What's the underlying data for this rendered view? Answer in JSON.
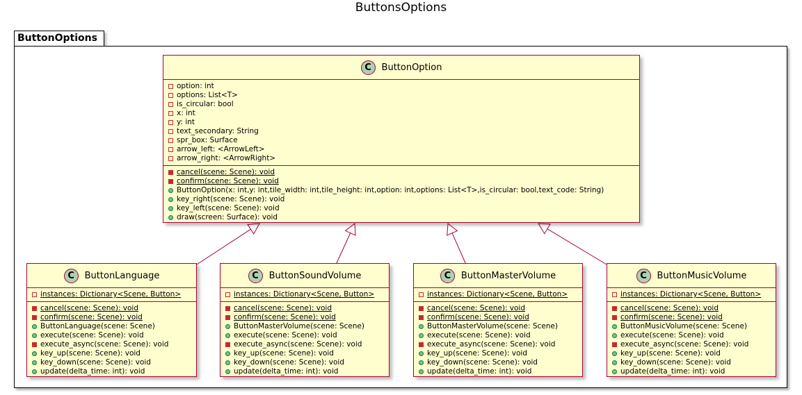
{
  "diagram": {
    "title": "ButtonsOptions",
    "package": "ButtonOptions",
    "parent": {
      "name": "ButtonOption",
      "stereotype_letter": "C",
      "attributes": [
        {
          "vis": "private",
          "text": "option: int"
        },
        {
          "vis": "private",
          "text": "options:  List<T>"
        },
        {
          "vis": "private",
          "text": "is_circular: bool"
        },
        {
          "vis": "private",
          "text": "x: int"
        },
        {
          "vis": "private",
          "text": "y: int"
        },
        {
          "vis": "private",
          "text": "text_secondary: String"
        },
        {
          "vis": "private",
          "text": "spr_box: Surface"
        },
        {
          "vis": "private",
          "text": "arrow_left: <ArrowLeft>"
        },
        {
          "vis": "private",
          "text": "arrow_right: <ArrowRight>"
        }
      ],
      "methods": [
        {
          "vis": "private",
          "static": true,
          "text": "cancel(scene: Scene): void"
        },
        {
          "vis": "private",
          "static": true,
          "text": "confirm(scene: Scene): void"
        },
        {
          "vis": "public",
          "text": "ButtonOption(x: int,y: int,tile_width: int,tile_height: int,option: int,options: List<T>,is_circular: bool,text_code: String)"
        },
        {
          "vis": "public",
          "text": "key_right(scene: Scene): void"
        },
        {
          "vis": "public",
          "text": "key_left(scene: Scene): void"
        },
        {
          "vis": "public",
          "text": "draw(screen: Surface): void"
        }
      ]
    },
    "children": [
      {
        "name": "ButtonLanguage",
        "stereotype_letter": "C",
        "attributes": [
          {
            "vis": "private",
            "static": true,
            "text": "instances: Dictionary<Scene, Button>"
          }
        ],
        "methods": [
          {
            "vis": "private",
            "static": true,
            "text": "cancel(scene: Scene): void"
          },
          {
            "vis": "private",
            "static": true,
            "text": "confirm(scene: Scene): void"
          },
          {
            "vis": "public",
            "text": "ButtonLanguage(scene: Scene)"
          },
          {
            "vis": "public",
            "text": "execute(scene: Scene): void"
          },
          {
            "vis": "private",
            "text": "execute_async(scene: Scene): void"
          },
          {
            "vis": "public",
            "text": "key_up(scene: Scene): void"
          },
          {
            "vis": "public",
            "text": "key_down(scene: Scene): void"
          },
          {
            "vis": "public",
            "text": "update(delta_time: int): void"
          }
        ]
      },
      {
        "name": "ButtonSoundVolume",
        "stereotype_letter": "C",
        "attributes": [
          {
            "vis": "private",
            "static": true,
            "text": "instances: Dictionary<Scene, Button>"
          }
        ],
        "methods": [
          {
            "vis": "private",
            "static": true,
            "text": "cancel(scene: Scene): void"
          },
          {
            "vis": "private",
            "static": true,
            "text": "confirm(scene: Scene): void"
          },
          {
            "vis": "public",
            "text": "ButtonMasterVolume(scene: Scene)"
          },
          {
            "vis": "public",
            "text": "execute(scene: Scene): void"
          },
          {
            "vis": "private",
            "text": "execute_async(scene: Scene): void"
          },
          {
            "vis": "public",
            "text": "key_up(scene: Scene): void"
          },
          {
            "vis": "public",
            "text": "key_down(scene: Scene): void"
          },
          {
            "vis": "public",
            "text": "update(delta_time: int): void"
          }
        ]
      },
      {
        "name": "ButtonMasterVolume",
        "stereotype_letter": "C",
        "attributes": [
          {
            "vis": "private",
            "static": true,
            "text": "instances: Dictionary<Scene, Button>"
          }
        ],
        "methods": [
          {
            "vis": "private",
            "static": true,
            "text": "cancel(scene: Scene): void"
          },
          {
            "vis": "private",
            "static": true,
            "text": "confirm(scene: Scene): void"
          },
          {
            "vis": "public",
            "text": "ButtonMasterVolume(scene: Scene)"
          },
          {
            "vis": "public",
            "text": "execute(scene: Scene): void"
          },
          {
            "vis": "private",
            "text": "execute_async(scene: Scene): void"
          },
          {
            "vis": "public",
            "text": "key_up(scene: Scene): void"
          },
          {
            "vis": "public",
            "text": "key_down(scene: Scene): void"
          },
          {
            "vis": "public",
            "text": "update(delta_time: int): void"
          }
        ]
      },
      {
        "name": "ButtonMusicVolume",
        "stereotype_letter": "C",
        "attributes": [
          {
            "vis": "private",
            "static": true,
            "text": "instances: Dictionary<Scene, Button>"
          }
        ],
        "methods": [
          {
            "vis": "private",
            "static": true,
            "text": "cancel(scene: Scene): void"
          },
          {
            "vis": "private",
            "static": true,
            "text": "confirm(scene: Scene): void"
          },
          {
            "vis": "public",
            "text": "ButtonMusicVolume(scene: Scene)"
          },
          {
            "vis": "public",
            "text": "execute(scene: Scene): void"
          },
          {
            "vis": "private",
            "text": "execute_async(scene: Scene): void"
          },
          {
            "vis": "public",
            "text": "key_up(scene: Scene): void"
          },
          {
            "vis": "public",
            "text": "key_down(scene: Scene): void"
          },
          {
            "vis": "public",
            "text": "update(delta_time: int): void"
          }
        ]
      }
    ],
    "colors": {
      "class_fill": "#fefece",
      "class_border": "#a80036",
      "icon_fill": "#add1b2",
      "private_marker": "#c82930",
      "public_marker": "#038048"
    }
  }
}
